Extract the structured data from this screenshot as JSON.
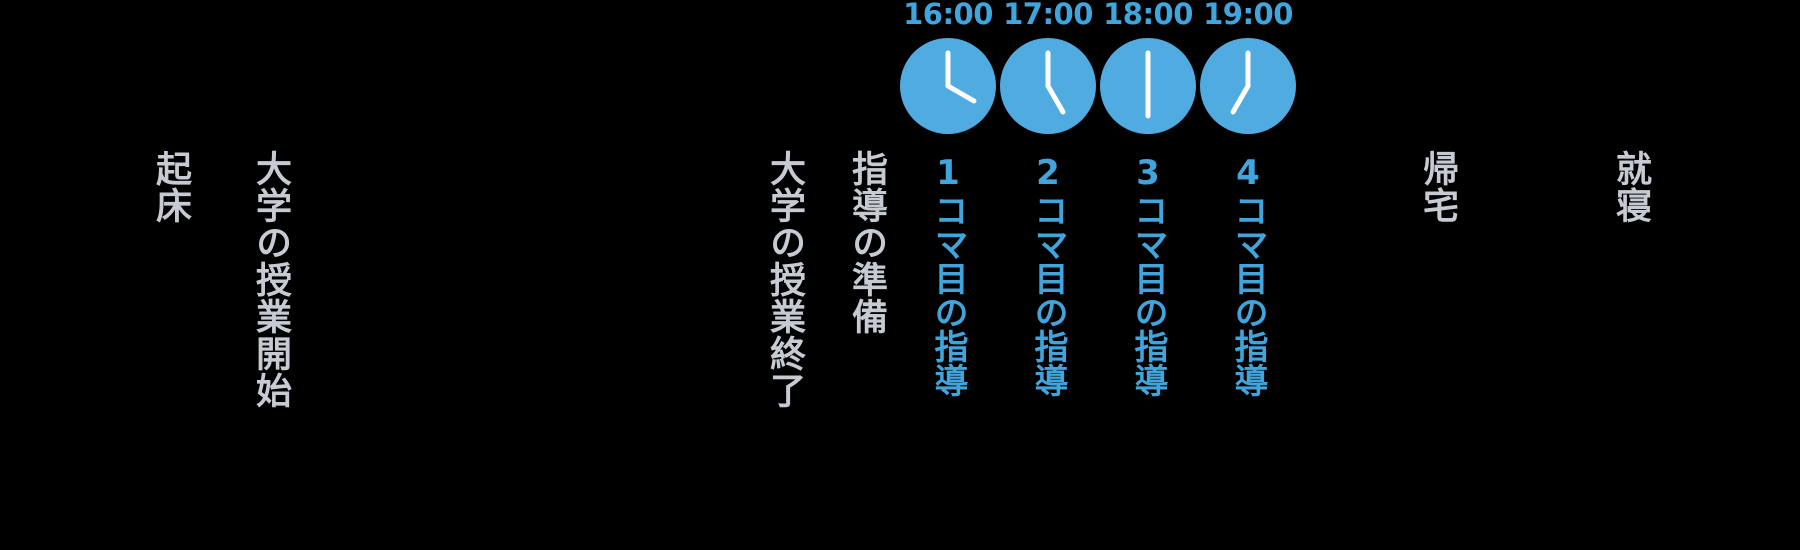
{
  "colors": {
    "accent_blue": "#3fa5dc",
    "clock_fill": "#4fabe0",
    "muted_gray_text": "#c6cad2",
    "clock_hands": "#ffffff",
    "background": "#000000"
  },
  "events": [
    {
      "label": "起床"
    },
    {
      "label": "大学の授業開始"
    },
    {
      "label": "大学の授業終了"
    },
    {
      "label": "指導の準備"
    },
    {
      "label": "帰宅"
    },
    {
      "label": "就寝"
    }
  ],
  "lessons": [
    {
      "time": "16:00",
      "label": "1コマ目の指導"
    },
    {
      "time": "17:00",
      "label": "2コマ目の指導"
    },
    {
      "time": "18:00",
      "label": "3コマ目の指導"
    },
    {
      "time": "19:00",
      "label": "4コマ目の指導"
    }
  ]
}
